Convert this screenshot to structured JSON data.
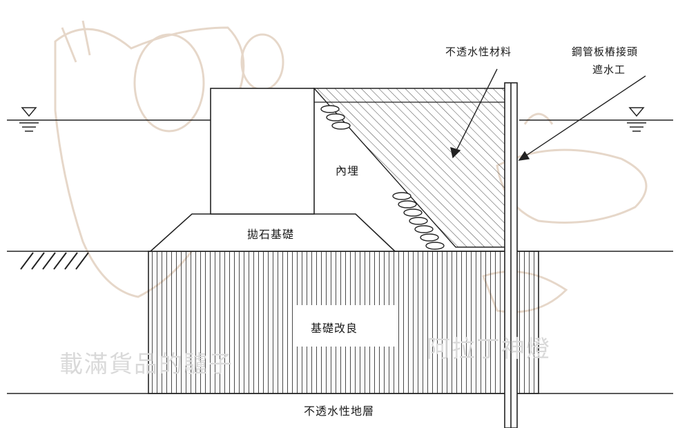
{
  "labels": {
    "impermeable_material": "不透水性材料",
    "pipe_sheet_pile_joint": "鋼管板樁接頭",
    "water_seal_work": "遮水工",
    "backfill": "內埋",
    "rubble_foundation": "拋石基礎",
    "foundation_improvement": "基礎改良",
    "impermeable_stratum": "不透水性地層"
  },
  "watermarks": {
    "left": "載滿貨品的驢子",
    "right": "阿拉丁神燈"
  }
}
